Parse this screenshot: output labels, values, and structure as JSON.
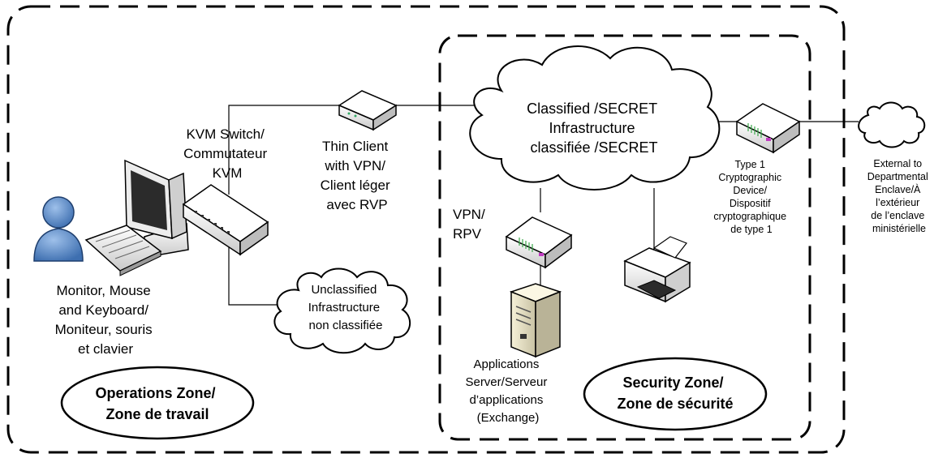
{
  "zones": {
    "operations": {
      "line1": "Operations Zone/",
      "line2": "Zone de travail"
    },
    "security": {
      "line1": "Security Zone/",
      "line2": "Zone de sécurité"
    }
  },
  "clouds": {
    "classified": {
      "lines": [
        "Classified /SECRET",
        "Infrastructure",
        "classifiée /SECRET"
      ]
    },
    "unclassified": {
      "lines": [
        "Unclassified",
        "Infrastructure",
        "non classifiée"
      ]
    }
  },
  "devices": {
    "workstation": {
      "lines": [
        "Monitor, Mouse",
        "and Keyboard/",
        "Moniteur, souris",
        "et clavier"
      ]
    },
    "kvm": {
      "lines": [
        "KVM Switch/",
        "Commutateur",
        "KVM"
      ]
    },
    "thin_client": {
      "lines": [
        "Thin Client",
        "with VPN/",
        "Client léger",
        "avec RVP"
      ]
    },
    "vpn": {
      "lines": [
        "VPN/",
        "RPV"
      ]
    },
    "server": {
      "lines": [
        "Applications",
        "Server/Serveur",
        "d’applications",
        "(Exchange)"
      ]
    },
    "crypto": {
      "lines": [
        "Type 1",
        "Cryptographic",
        "Device/",
        "Dispositif",
        "cryptographique",
        "de type 1"
      ]
    },
    "external": {
      "lines": [
        "External to",
        "Departmental",
        "Enclave/À",
        "l’extérieur",
        "de l’enclave",
        "ministérielle"
      ]
    }
  },
  "icons": {
    "user": "user-icon",
    "monitor": "monitor-icon",
    "keyboard": "keyboard-icon",
    "switch": "network-switch-icon",
    "router": "router-icon",
    "server": "server-tower-icon",
    "printer": "printer-icon",
    "cloud": "cloud-icon"
  },
  "colors": {
    "user_blue": "#4f81bd",
    "device_green": "#3aa84a",
    "device_magenta": "#c03bc0"
  }
}
